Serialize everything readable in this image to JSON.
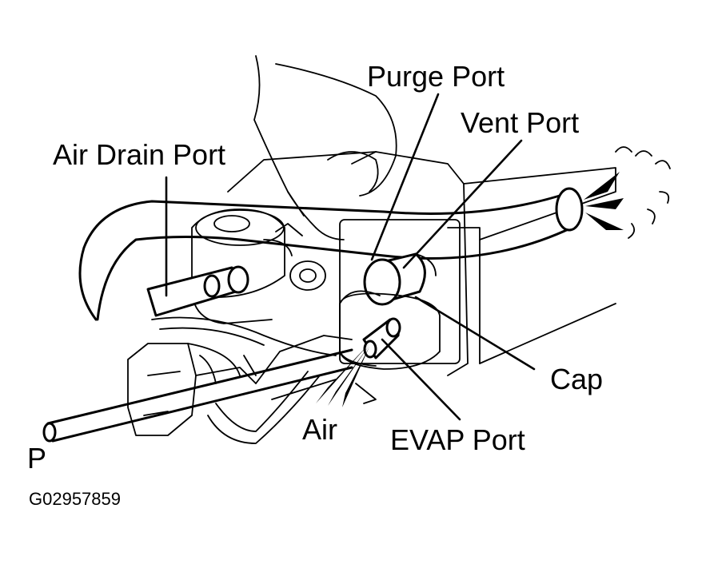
{
  "labels": {
    "purge_port": "Purge Port",
    "vent_port": "Vent Port",
    "air_drain_port": "Air Drain Port",
    "cap": "Cap",
    "air": "Air",
    "evap_port": "EVAP Port",
    "p": "P"
  },
  "figure_code": "G02957859"
}
